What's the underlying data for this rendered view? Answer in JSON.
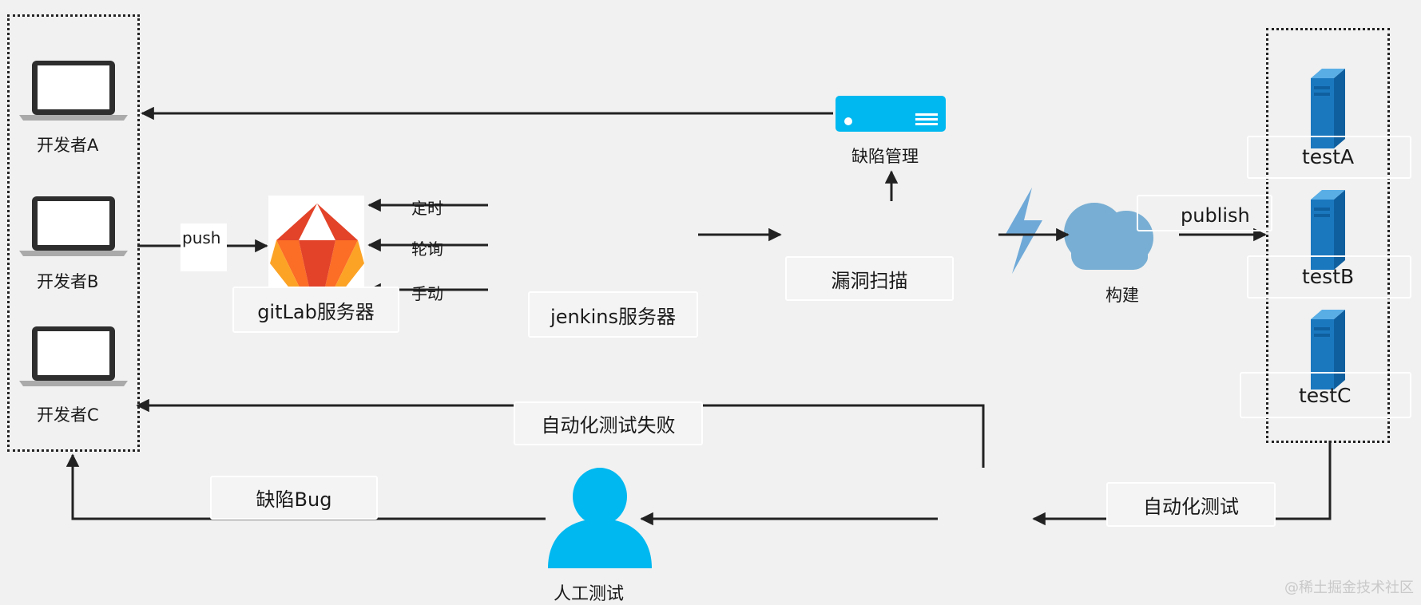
{
  "developers": {
    "a": "开发者A",
    "b": "开发者B",
    "c": "开发者C"
  },
  "gitlab": {
    "label": "gitLab服务器",
    "push": "push"
  },
  "triggers": {
    "scheduled": "定时",
    "poll": "轮询",
    "manual": "手动"
  },
  "jenkins": {
    "label": "jenkins服务器"
  },
  "scan": {
    "label": "漏洞扫描"
  },
  "defect_mgmt": {
    "label": "缺陷管理"
  },
  "build": {
    "label": "构建",
    "publish": "publish"
  },
  "servers": {
    "a": "testA",
    "b": "testB",
    "c": "testC"
  },
  "flows": {
    "auto_test_failed": "自动化测试失败",
    "bug": "缺陷Bug",
    "auto_test": "自动化测试",
    "manual_test": "人工测试"
  },
  "watermark": "@稀土掘金技术社区",
  "colors": {
    "accent": "#00b8f0",
    "cloud": "#78aed3",
    "server": "#1a78bf",
    "arrow": "#222222",
    "gitlab_orange": "#fc6d26",
    "gitlab_red": "#e24329",
    "gitlab_yellow": "#fca326"
  }
}
